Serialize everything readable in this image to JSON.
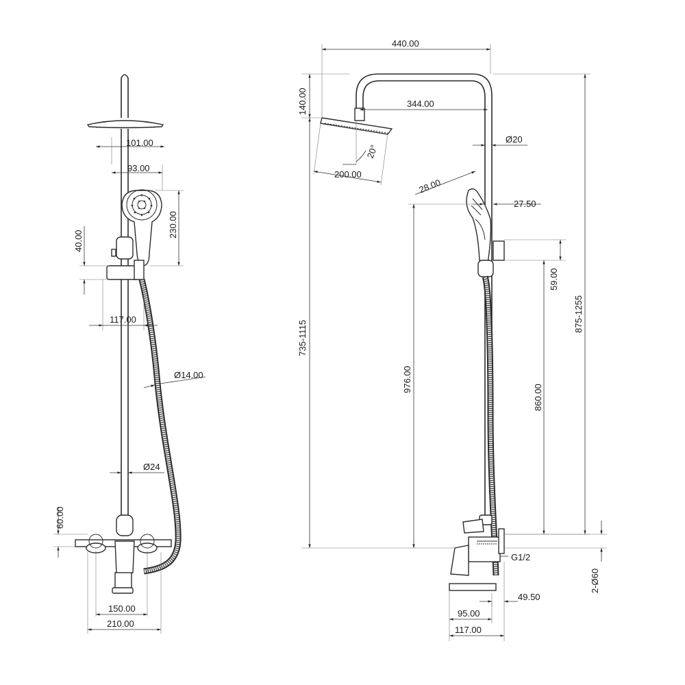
{
  "left_view": {
    "dimensions": {
      "d101": "101.00",
      "d93": "93.00",
      "d230": "230.00",
      "d40": "40.00",
      "d117": "117.00",
      "d14": "Ø14.00",
      "d24": "Ø24",
      "d60": "60.00",
      "d150": "150.00",
      "d210": "210.00"
    }
  },
  "right_view": {
    "dimensions": {
      "d440": "440.00",
      "d344": "344.00",
      "d140": "140.00",
      "d20dia": "Ø20",
      "angle20": "20°",
      "d200": "200.00",
      "d28": "28.00",
      "d2750": "27.50",
      "d59": "59.00",
      "d976": "976.00",
      "d860": "860.00",
      "range735": "735-1115",
      "range875": "875-1255",
      "g12": "G1/2",
      "d2o60": "2-Ø60",
      "d4950": "49.50",
      "d95": "95.00",
      "d117b": "117.00"
    }
  }
}
